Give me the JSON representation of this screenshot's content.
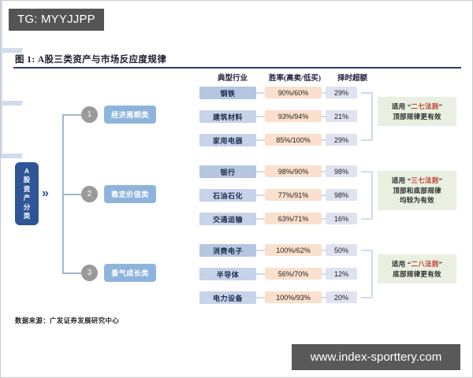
{
  "tag": {
    "label": "TG: MYYJJPP"
  },
  "figure": {
    "title": "图 1: A股三类资产与市场反应度规律",
    "footer": "数据来源：广发证券发展研究中心"
  },
  "watermark": {
    "text": "www.index-sporttery.com"
  },
  "root": {
    "label": "A股资产分类",
    "chevron": "»"
  },
  "columns": {
    "industry": "典型行业",
    "winrate": "胜率(高卖/低买)",
    "excess": "择时超额"
  },
  "chart_data": {
    "type": "table",
    "title": "图 1: A股三类资产与市场反应度规律",
    "columns": [
      "典型行业",
      "胜率(高卖/低买)",
      "择时超额"
    ],
    "groups": [
      {
        "number": "1",
        "name": "经济周期类",
        "rows": [
          {
            "industry": "钢铁",
            "winrate": "90%/60%",
            "excess": "29%"
          },
          {
            "industry": "建筑材料",
            "winrate": "93%/94%",
            "excess": "21%"
          },
          {
            "industry": "家用电器",
            "winrate": "85%/100%",
            "excess": "29%"
          }
        ],
        "note_pre": "适用 “",
        "note_hl": "二七法则",
        "note_post": "”",
        "note_line2": "顶部规律更有效"
      },
      {
        "number": "2",
        "name": "稳定价值类",
        "rows": [
          {
            "industry": "银行",
            "winrate": "98%/90%",
            "excess": "98%"
          },
          {
            "industry": "石油石化",
            "winrate": "77%/91%",
            "excess": "98%"
          },
          {
            "industry": "交通运输",
            "winrate": "63%/71%",
            "excess": "16%"
          }
        ],
        "note_pre": "适用 “",
        "note_hl": "三七法则",
        "note_post": "”",
        "note_line2": "顶部和底部规律",
        "note_line3": "均较为有效"
      },
      {
        "number": "3",
        "name": "景气成长类",
        "rows": [
          {
            "industry": "消费电子",
            "winrate": "100%/62%",
            "excess": "50%"
          },
          {
            "industry": "半导体",
            "winrate": "56%/70%",
            "excess": "12%"
          },
          {
            "industry": "电力设备",
            "winrate": "100%/93%",
            "excess": "20%"
          }
        ],
        "note_pre": "适用 “",
        "note_hl": "二八法则",
        "note_post": "”",
        "note_line2": "底部规律更有效"
      }
    ]
  },
  "colors": {
    "root_box": "#2f5596",
    "group_box": "#8fb4dc",
    "industry_box": "#b4c6e0",
    "winrate_cell": "#fae0cd",
    "excess_cell": "#dfe3f0",
    "note_box": "#e9f0e1",
    "note_highlight": "#c0392b",
    "title_rule": "#2c3e6b",
    "connector": "#cfdcea"
  }
}
